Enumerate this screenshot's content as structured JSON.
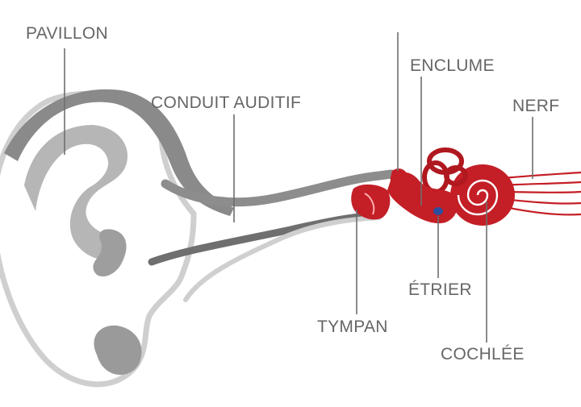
{
  "labels": {
    "pavillon": "PAVILLON",
    "conduit": "CONDUIT AUDITIF",
    "enclume": "ENCLUME",
    "nerf": "NERF",
    "etrier": "ÉTRIER",
    "tympan": "TYMPAN",
    "cochlee": "COCHLÉE",
    "marteau": ""
  },
  "colors": {
    "ear_outline": "#cfcfcf",
    "ear_fill": "#ffffff",
    "ear_shading": "#a9a9a9",
    "canal_dark": "#777777",
    "leader": "#6e6e6e",
    "label_text": "#666666",
    "inner_red": "#c41e26",
    "inner_dark": "#8e1118",
    "stirrup_blue": "#2b4fa0"
  }
}
